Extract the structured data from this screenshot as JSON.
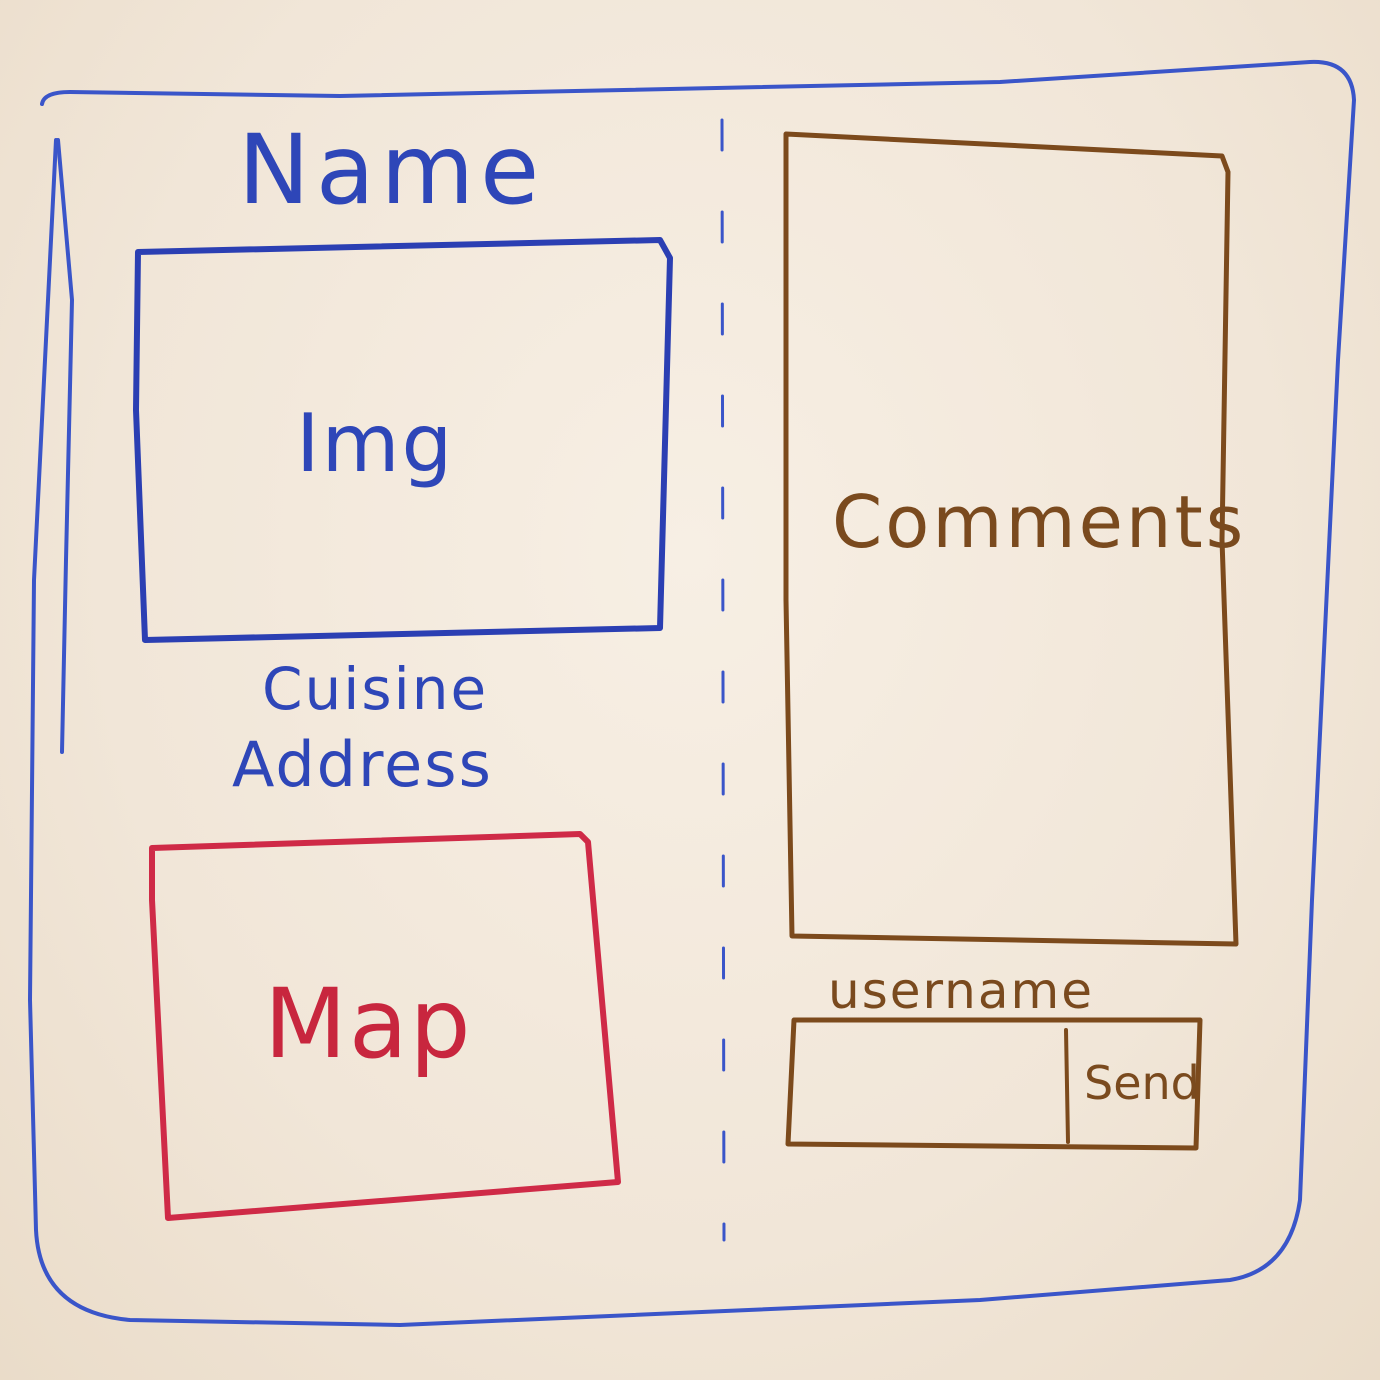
{
  "sketch": {
    "name_label": "Name",
    "img_label": "Img",
    "cuisine_label": "Cuisine",
    "address_label": "Address",
    "map_label": "Map",
    "comments_label": "Comments",
    "username_label": "username",
    "send_label": "Send"
  },
  "colors": {
    "blue_marker": "#2e46b8",
    "red_marker": "#c8263e",
    "brown_marker": "#7a4a1e",
    "whiteboard": "#f4ebdf"
  }
}
